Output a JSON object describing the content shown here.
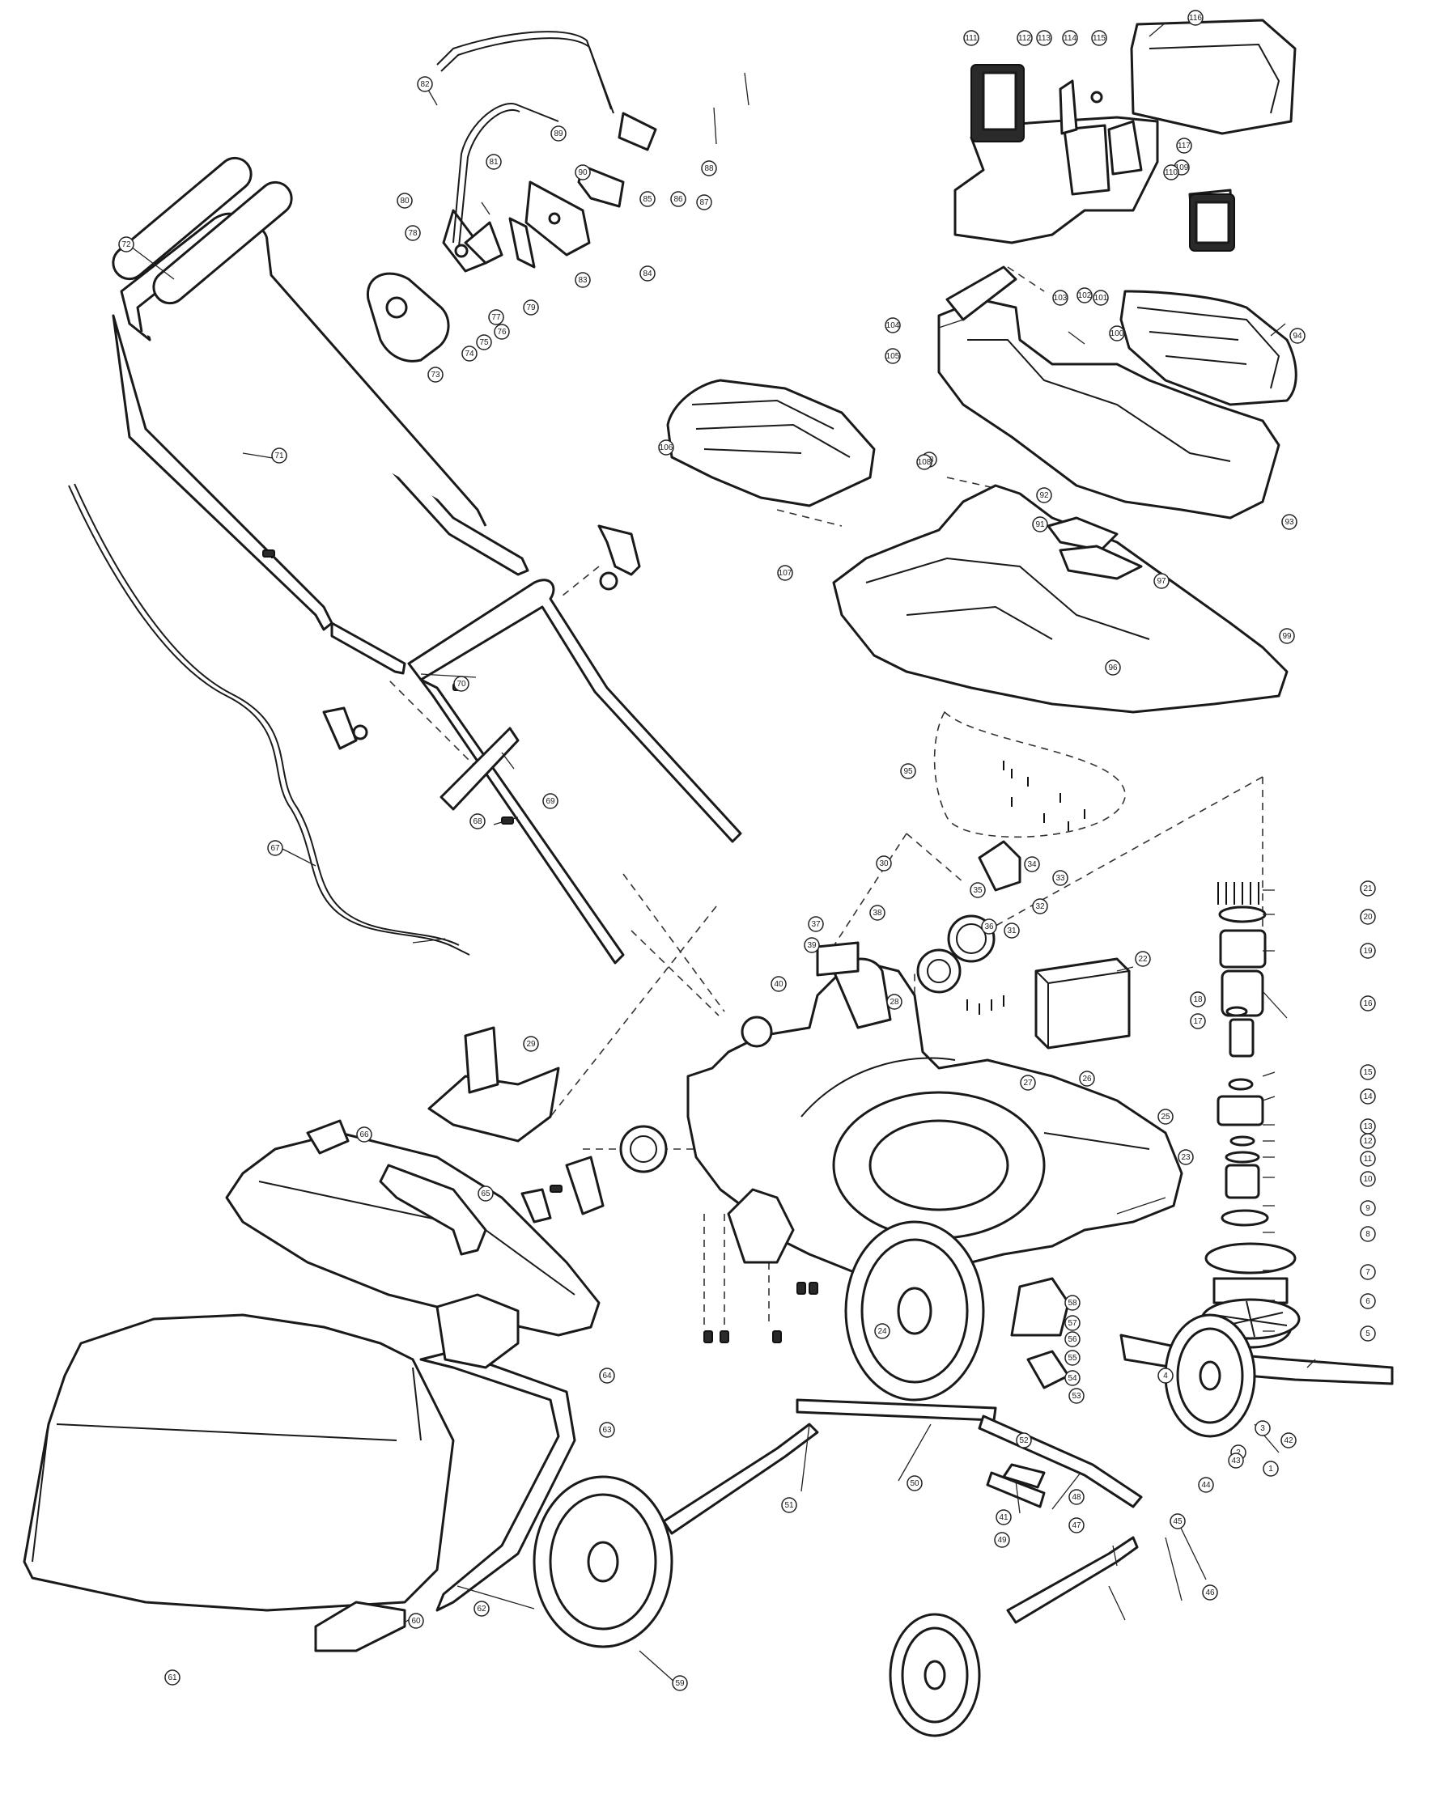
{
  "diagram": {
    "type": "exploded-parts-diagram",
    "colors": {
      "line": "#1a1a1a",
      "fill": "#ffffff",
      "shade": "#d9d9d9",
      "dark": "#2a2a2a"
    },
    "callouts": [
      "1",
      "2",
      "3",
      "4",
      "5",
      "6",
      "7",
      "8",
      "9",
      "10",
      "11",
      "12",
      "13",
      "14",
      "15",
      "16",
      "17",
      "18",
      "19",
      "20",
      "21",
      "22",
      "23",
      "24",
      "25",
      "26",
      "27",
      "28",
      "29",
      "30",
      "31",
      "32",
      "33",
      "34",
      "35",
      "36",
      "37",
      "38",
      "39",
      "40",
      "41",
      "42",
      "43",
      "44",
      "45",
      "46",
      "47",
      "48",
      "49",
      "50",
      "51",
      "52",
      "53",
      "54",
      "55",
      "56",
      "57",
      "58",
      "59",
      "60",
      "61",
      "62",
      "63",
      "64",
      "65",
      "66",
      "67",
      "68",
      "69",
      "70",
      "71",
      "72",
      "73",
      "74",
      "75",
      "76",
      "77",
      "78",
      "79",
      "80",
      "81",
      "82",
      "83",
      "84",
      "85",
      "86",
      "87",
      "88",
      "89",
      "90",
      "91",
      "92",
      "93",
      "94",
      "95",
      "96",
      "97",
      "98",
      "99",
      "100",
      "101",
      "102",
      "103",
      "104",
      "105",
      "106",
      "107",
      "108",
      "109",
      "110",
      "111",
      "112",
      "113",
      "114",
      "115",
      "116",
      "117"
    ]
  }
}
